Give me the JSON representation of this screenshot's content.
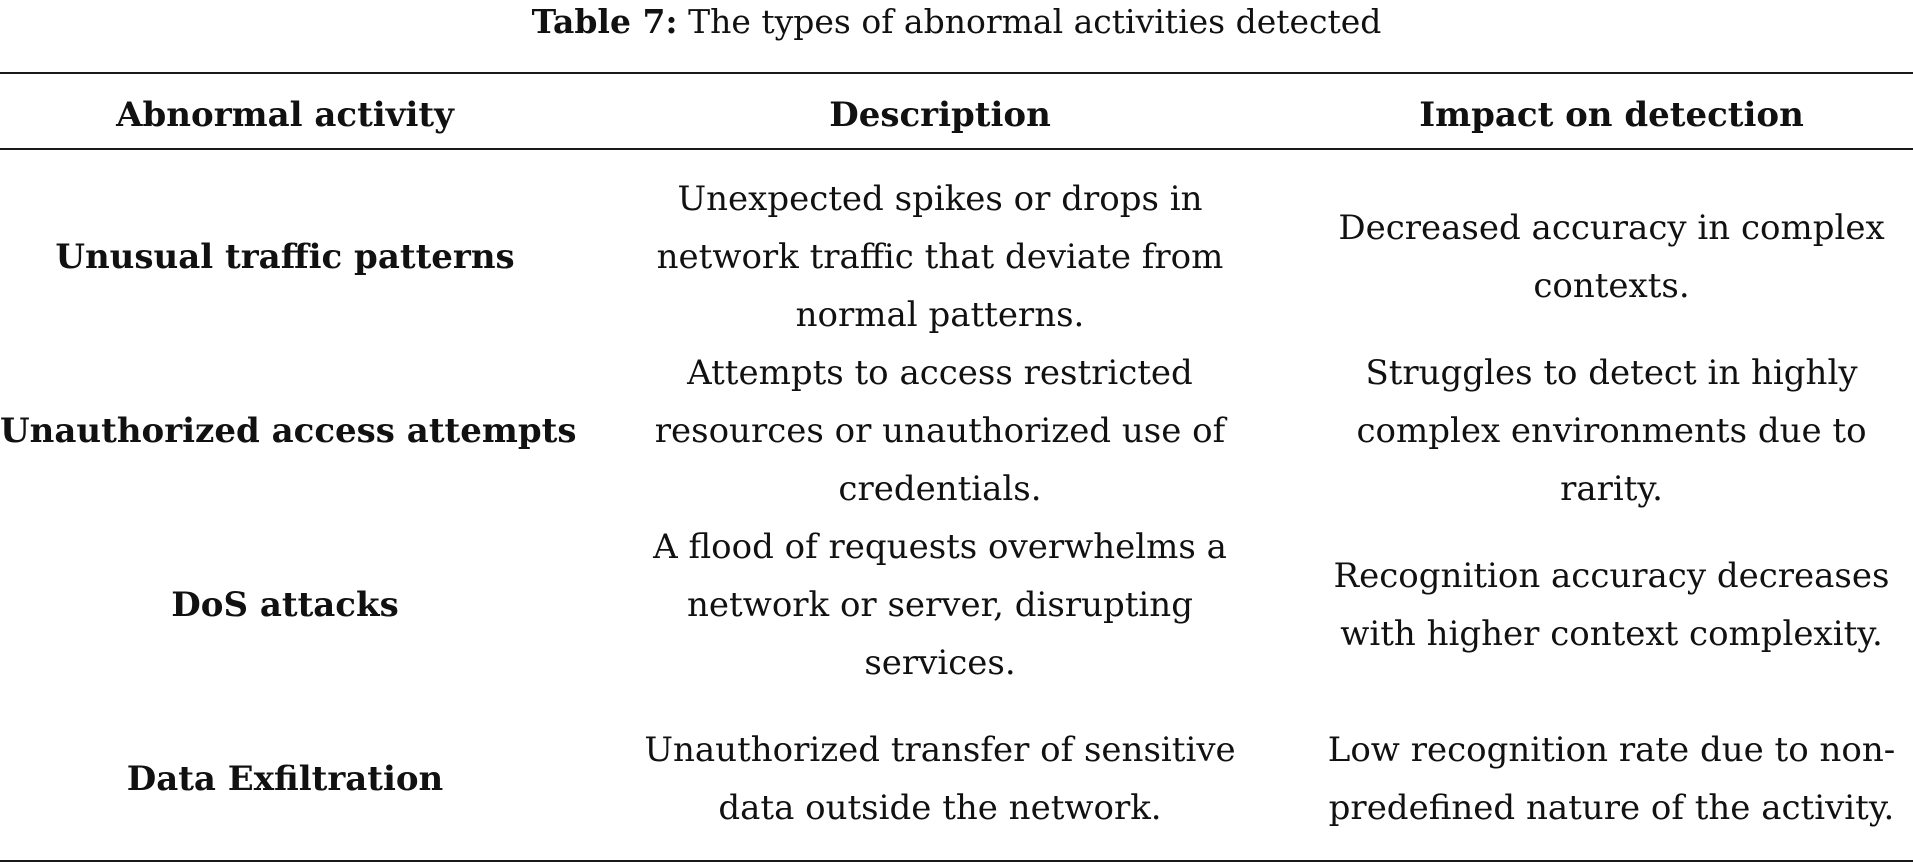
{
  "caption": {
    "label": "Table 7:",
    "text": "The types of abnormal activities detected"
  },
  "table": {
    "headers": [
      "Abnormal activity",
      "Description",
      "Impact on detection"
    ],
    "rows": [
      {
        "activity": "Unusual traffic patterns",
        "description": "Unexpected spikes or drops in network traffic that deviate from normal patterns.",
        "impact": "Decreased accuracy in complex contexts."
      },
      {
        "activity": "Unauthorized access attempts",
        "description": "Attempts to access restricted resources or unauthorized use of credentials.",
        "impact": "Struggles to detect in highly complex environments due to rarity."
      },
      {
        "activity": "DoS attacks",
        "description": "A flood of requests overwhelms a network or server, disrupting services.",
        "impact": "Recognition accuracy decreases with higher context complexity."
      },
      {
        "activity": "Data Exfiltration",
        "description": "Unauthorized transfer of sensitive data outside the network.",
        "impact": "Low recognition rate due to non-predefined nature of the activity."
      }
    ]
  }
}
